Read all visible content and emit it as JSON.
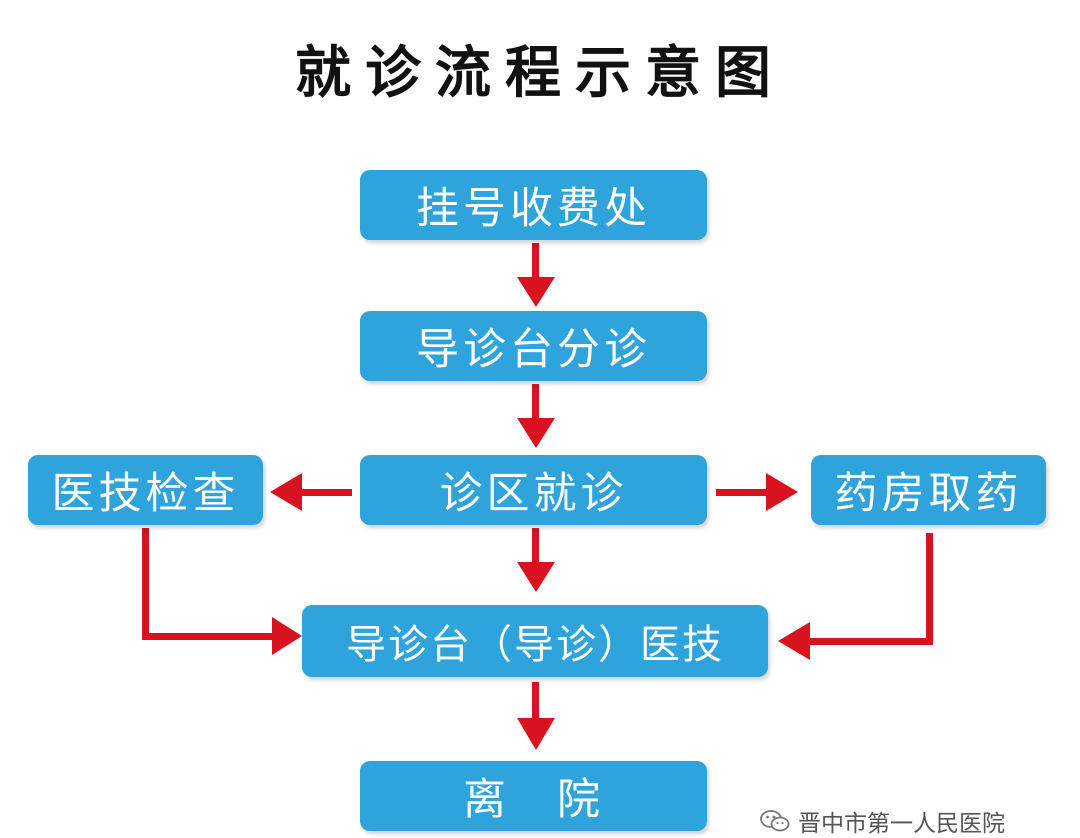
{
  "title": "就诊流程示意图",
  "nodes": {
    "registration": "挂号收费处",
    "triage": "导诊台分诊",
    "consultation": "诊区就诊",
    "medical_tech_exam": "医技检查",
    "pharmacy": "药房取药",
    "guide_desk": "导诊台（导诊）医技",
    "leave": "离　院"
  },
  "colors": {
    "box": "#2ea3dc",
    "arrow": "#d8121f",
    "text": "#ffffff"
  },
  "watermark": {
    "icon": "wechat-icon",
    "text": "晋中市第一人民医院"
  }
}
